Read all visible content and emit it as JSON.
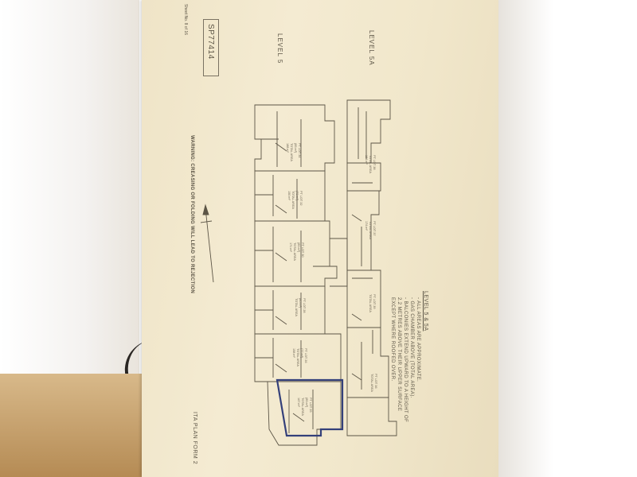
{
  "document": {
    "warning": "WARNING: CREASING OR FOLDING WILL LEAD TO REJECTION",
    "form_label": "ITA PLAN FORM 2",
    "sheet_label": "Sheet No. 8 of 16",
    "plan_number": "SP77414",
    "level_5": "LEVEL 5",
    "level_5a": "LEVEL 5A"
  },
  "notes": {
    "title": "LEVEL 5 & 5A",
    "lines": [
      "- ALL AREAS ARE APPROXIMATE.",
      "- GAS CHAMBER ABOVE (TOTAL AREA).",
      "- BALCONIES EXTEND UPWARD TO A HEIGHT OF",
      "  2.2 METRES ABOVE THEIR UPPER SURFACE",
      "  EXCEPT WHERE ROOFED OVER."
    ]
  },
  "lots": [
    {
      "lot": "PT LOT 34",
      "area": "(85 m²)",
      "total_label": "TOTAL AREA",
      "total": "188 m²"
    },
    {
      "lot": "PT LOT 32",
      "area": "(73 m²)",
      "total_label": "TOTAL AREA",
      "total": "150 m²"
    },
    {
      "lot": "PT LOT 30",
      "area": "(85 m²)",
      "total_label": "TOTAL AREA",
      "total": "171 m²"
    },
    {
      "lot": "PT LOT 28",
      "area": "(85 m²)",
      "total_label": "TOTAL AREA",
      "total": ""
    },
    {
      "lot": "PT LOT 26",
      "area": "(77 m²)",
      "total_label": "TOTAL AREA",
      "total": "158 m²"
    },
    {
      "lot": "PT LOT 25",
      "area": "(85 m²)",
      "total_label": "TOTAL AREA",
      "total": "167 m²"
    },
    {
      "lot": "PT LOT 36",
      "area": "",
      "total_label": "TOTAL AREA",
      "total": "184 m²"
    },
    {
      "lot": "PT LOT 37",
      "area": "",
      "total_label": "TOTAL AREA",
      "total": "174 m²"
    },
    {
      "lot": "PT LOT 38",
      "area": "",
      "total_label": "TOTAL AREA",
      "total": ""
    },
    {
      "lot": "PT LOT 39",
      "area": "",
      "total_label": "TOTAL AREA",
      "total": ""
    }
  ],
  "colors": {
    "paper": "#f2e8cc",
    "ink": "#5c5546",
    "highlight": "#34407a"
  }
}
